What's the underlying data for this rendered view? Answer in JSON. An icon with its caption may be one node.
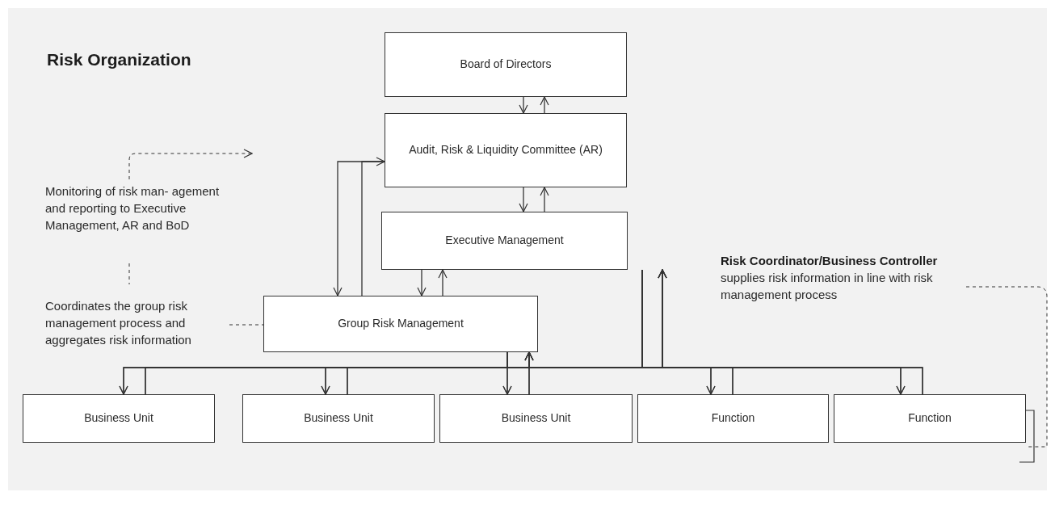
{
  "diagram": {
    "title": "Risk Organization",
    "nodes": [
      {
        "text": [
          "Board of Directors"
        ]
      },
      {
        "text": [
          "Audit, Risk & Liquidity Committee (AR)"
        ]
      },
      {
        "text": [
          "Executive Management"
        ]
      },
      {
        "text": [
          "Group Risk Management"
        ]
      },
      {
        "text": [
          "Business Unit"
        ]
      },
      {
        "text": [
          "Business Unit"
        ]
      },
      {
        "text": [
          "Business Unit"
        ]
      },
      {
        "text": [
          "Function"
        ]
      },
      {
        "text": [
          "Function"
        ]
      },
      {
        "text": [
          "Monitoring of risk man- agement and reporting to Executive Management, AR and BoD"
        ]
      },
      {
        "text": [
          "Coordinates the group risk management process and aggregates risk information"
        ]
      },
      {
        "text": [
          "**Risk Coordinator/Business Controller** supplies risk information in line with risk management process"
        ]
      }
    ],
    "edges": [
      {
        "from": 0,
        "to": 1,
        "arrow": "to"
      },
      {
        "from": 1,
        "to": 0,
        "arrow": "to"
      },
      {
        "from": 1,
        "to": 2,
        "arrow": "to"
      },
      {
        "from": 2,
        "to": 1,
        "arrow": "to"
      },
      {
        "from": 2,
        "to": 3,
        "arrow": "to"
      },
      {
        "from": 3,
        "to": 2,
        "arrow": "to"
      },
      {
        "from": 1,
        "to": 3,
        "arrow": "to"
      },
      {
        "from": 3,
        "to": 1,
        "arrow": "to"
      },
      {
        "from": 2,
        "to": 4,
        "arrow": "to"
      },
      {
        "from": 2,
        "to": 5,
        "arrow": "to"
      },
      {
        "from": 2,
        "to": 6,
        "arrow": "to"
      },
      {
        "from": 2,
        "to": 7,
        "arrow": "to"
      },
      {
        "from": 2,
        "to": 8,
        "arrow": "to"
      },
      {
        "from": 4,
        "to": 2,
        "arrow": "to"
      },
      {
        "from": 5,
        "to": 2,
        "arrow": "to"
      },
      {
        "from": 6,
        "to": 2,
        "arrow": "to"
      },
      {
        "from": 7,
        "to": 2,
        "arrow": "to"
      },
      {
        "from": 8,
        "to": 2,
        "arrow": "to"
      },
      {
        "from": 3,
        "to": 4,
        "arrow": "to"
      },
      {
        "from": 3,
        "to": 5,
        "arrow": "to"
      },
      {
        "from": 3,
        "to": 6,
        "arrow": "to"
      },
      {
        "from": 3,
        "to": 7,
        "arrow": "to"
      },
      {
        "from": 3,
        "to": 8,
        "arrow": "to"
      },
      {
        "from": 4,
        "to": 3,
        "arrow": "to"
      },
      {
        "from": 5,
        "to": 3,
        "arrow": "to"
      },
      {
        "from": 6,
        "to": 3,
        "arrow": "to"
      },
      {
        "from": 7,
        "to": 3,
        "arrow": "to"
      },
      {
        "from": 8,
        "to": 3,
        "arrow": "to"
      },
      {
        "from": 9,
        "to": null,
        "arrow": "to",
        "style": "dashed"
      },
      {
        "from": 9,
        "to": 10,
        "arrow": "none",
        "style": "dashed"
      },
      {
        "from": 10,
        "to": 3,
        "arrow": "none",
        "style": "dashed"
      },
      {
        "from": 11,
        "to": 8,
        "arrow": "none",
        "style": "dashed"
      }
    ]
  }
}
